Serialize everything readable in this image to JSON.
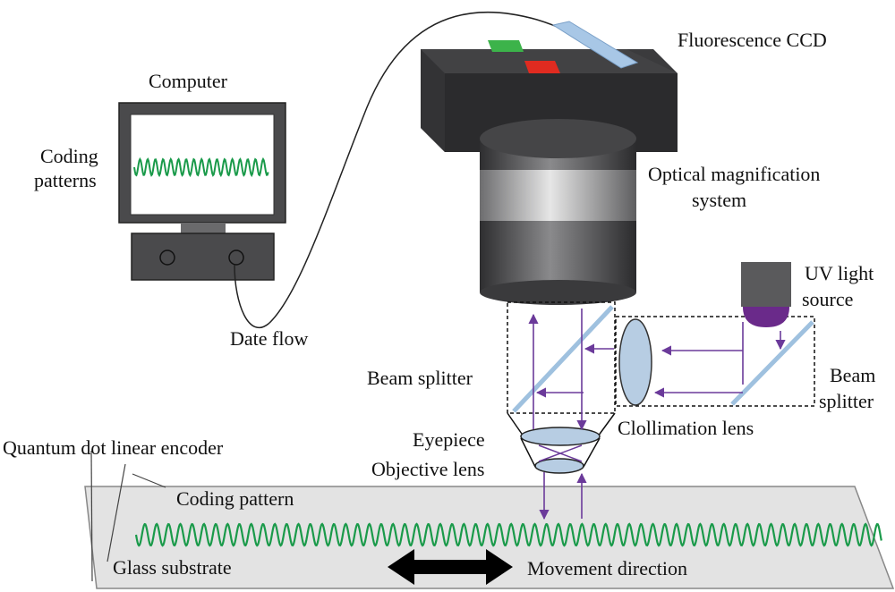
{
  "labels": {
    "fluorescence_ccd": "Fluorescence CCD",
    "computer": "Computer",
    "coding_patterns_line1": "Coding",
    "coding_patterns_line2": "patterns",
    "optical_magnification_line1": "Optical magnification",
    "optical_magnification_line2": "system",
    "uv_light_line1": "UV light",
    "uv_light_line2": "source",
    "date_flow": "Date flow",
    "beam_splitter_left": "Beam splitter",
    "beam_splitter_right_line1": "Beam",
    "beam_splitter_right_line2": "splitter",
    "eyepiece": "Eyepiece",
    "collimation_lens": "Clollimation lens",
    "objective_lens": "Objective lens",
    "quantum_dot_encoder": "Quantum dot linear encoder",
    "coding_pattern": "Coding pattern",
    "glass_substrate": "Glass substrate",
    "movement_direction": "Movement direction"
  },
  "colors": {
    "wave_green": "#1a9a4a",
    "beam_purple": "#6b3a9a",
    "ccd_body": "#3b3b3d",
    "uv_bulb": "#6a2a8a",
    "lens_blue": "#b7cde3",
    "splitter_blue": "#9fc1df",
    "glass": "#e3e3e3",
    "led_green": "#3cb34a",
    "led_red": "#e02b20"
  },
  "icons": [
    "computer-monitor-icon",
    "ccd-camera-icon",
    "uv-lamp-icon",
    "double-arrow-icon"
  ]
}
